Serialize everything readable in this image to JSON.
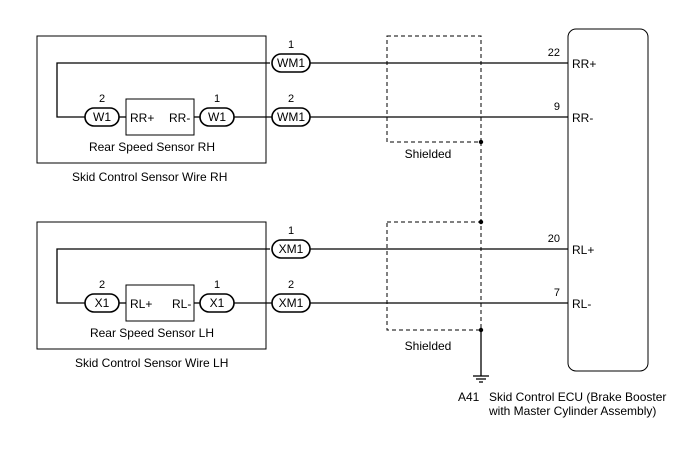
{
  "wires_rh": {
    "label": "Skid Control Sensor Wire RH",
    "sensor_label": "Rear Speed Sensor RH",
    "sensor_plus": "RR+",
    "sensor_minus": "RR-",
    "left_connector": "W1",
    "left_pin": "2",
    "right_connector": "W1",
    "right_pin": "1",
    "junction_top": "WM1",
    "junction_top_pin": "1",
    "junction_bottom": "WM1",
    "junction_bottom_pin": "2"
  },
  "wires_lh": {
    "label": "Skid Control Sensor Wire LH",
    "sensor_label": "Rear Speed Sensor LH",
    "sensor_plus": "RL+",
    "sensor_minus": "RL-",
    "left_connector": "X1",
    "left_pin": "2",
    "right_connector": "X1",
    "right_pin": "1",
    "junction_top": "XM1",
    "junction_top_pin": "1",
    "junction_bottom": "XM1",
    "junction_bottom_pin": "2"
  },
  "shield_top_label": "Shielded",
  "shield_bottom_label": "Shielded",
  "ecu": {
    "pins": [
      {
        "num": "22",
        "name": "RR+"
      },
      {
        "num": "9",
        "name": "RR-"
      },
      {
        "num": "20",
        "name": "RL+"
      },
      {
        "num": "7",
        "name": "RL-"
      }
    ],
    "code": "A41",
    "name_line1": "Skid Control ECU (Brake Booster",
    "name_line2": "with Master Cylinder Assembly)"
  }
}
